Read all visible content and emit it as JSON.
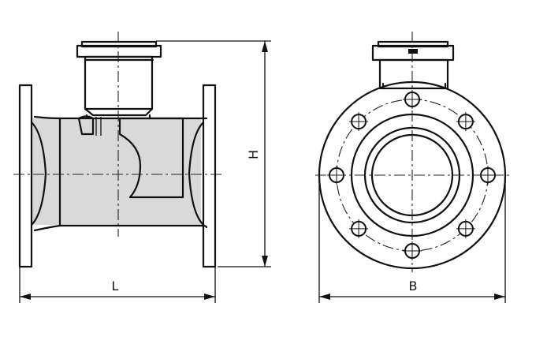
{
  "drawing": {
    "dimensions": {
      "length_label": "L",
      "height_label": "H",
      "width_label": "B"
    }
  }
}
